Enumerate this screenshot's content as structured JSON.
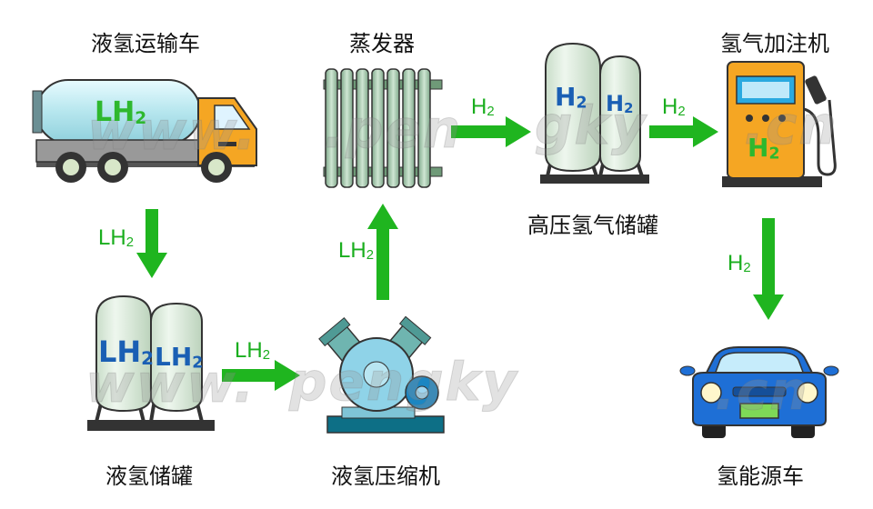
{
  "nodes": {
    "tanker": "液氢运输车",
    "lh2_storage": "液氢储罐",
    "compressor": "液氢压缩机",
    "vaporizer": "蒸发器",
    "hp_storage": "高压氢气储罐",
    "dispenser": "氢气加注机",
    "fcv": "氢能源车"
  },
  "edges": [
    {
      "from": "tanker",
      "to": "lh2_storage",
      "label": "LH",
      "sub": "2"
    },
    {
      "from": "lh2_storage",
      "to": "compressor",
      "label": "LH",
      "sub": "2"
    },
    {
      "from": "compressor",
      "to": "vaporizer",
      "label": "LH",
      "sub": "2"
    },
    {
      "from": "vaporizer",
      "to": "hp_storage",
      "label": "H",
      "sub": "2"
    },
    {
      "from": "hp_storage",
      "to": "dispenser",
      "label": "H",
      "sub": "2"
    },
    {
      "from": "dispenser",
      "to": "fcv",
      "label": "H",
      "sub": "2"
    }
  ],
  "tags": {
    "tanker": {
      "main": "LH",
      "sub": "2"
    },
    "lh2_tank_left": {
      "main": "LH",
      "sub": "2"
    },
    "lh2_tank_right": {
      "main": "LH",
      "sub": "2"
    },
    "hp_tank_left": {
      "main": "H",
      "sub": "2"
    },
    "hp_tank_right": {
      "main": "H",
      "sub": "2"
    },
    "dispenser": {
      "main": "H",
      "sub": "2"
    }
  },
  "watermarks": [
    "www.",
    ".pen",
    "gky",
    "www.",
    "pengky",
    ".cn",
    ".cn"
  ],
  "colors": {
    "arrow": "#1fb51f",
    "tank_body": "#d9ecd9",
    "tank_text": "#1a5fb4",
    "tanker_cab": "#f5a623",
    "tanker_tank": "#bfe8ee",
    "dispenser_body": "#f5a623",
    "car_body": "#1e6fd6"
  }
}
